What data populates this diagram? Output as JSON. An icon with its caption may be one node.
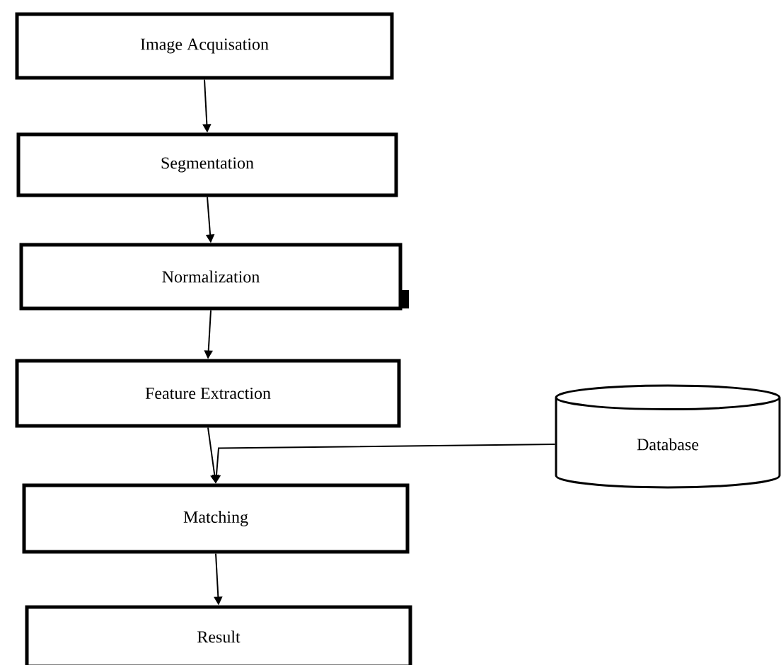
{
  "diagram": {
    "nodes": [
      {
        "text": [
          "Image Acquisation"
        ]
      },
      {
        "text": [
          "Segmentation"
        ]
      },
      {
        "text": [
          "Normalization"
        ]
      },
      {
        "text": [
          "Feature Extraction"
        ]
      },
      {
        "text": [
          "Matching"
        ]
      },
      {
        "text": [
          "Database"
        ]
      },
      {
        "text": [
          "Result"
        ]
      }
    ],
    "edges": [
      {
        "from": 0,
        "to": 1,
        "arrow": "to"
      },
      {
        "from": 1,
        "to": 2,
        "arrow": "to"
      },
      {
        "from": 2,
        "to": 3,
        "arrow": "to"
      },
      {
        "from": 3,
        "to": 4,
        "arrow": "to"
      },
      {
        "from": 5,
        "to": 4,
        "arrow": "to"
      },
      {
        "from": 4,
        "to": 6,
        "arrow": "to"
      }
    ]
  }
}
